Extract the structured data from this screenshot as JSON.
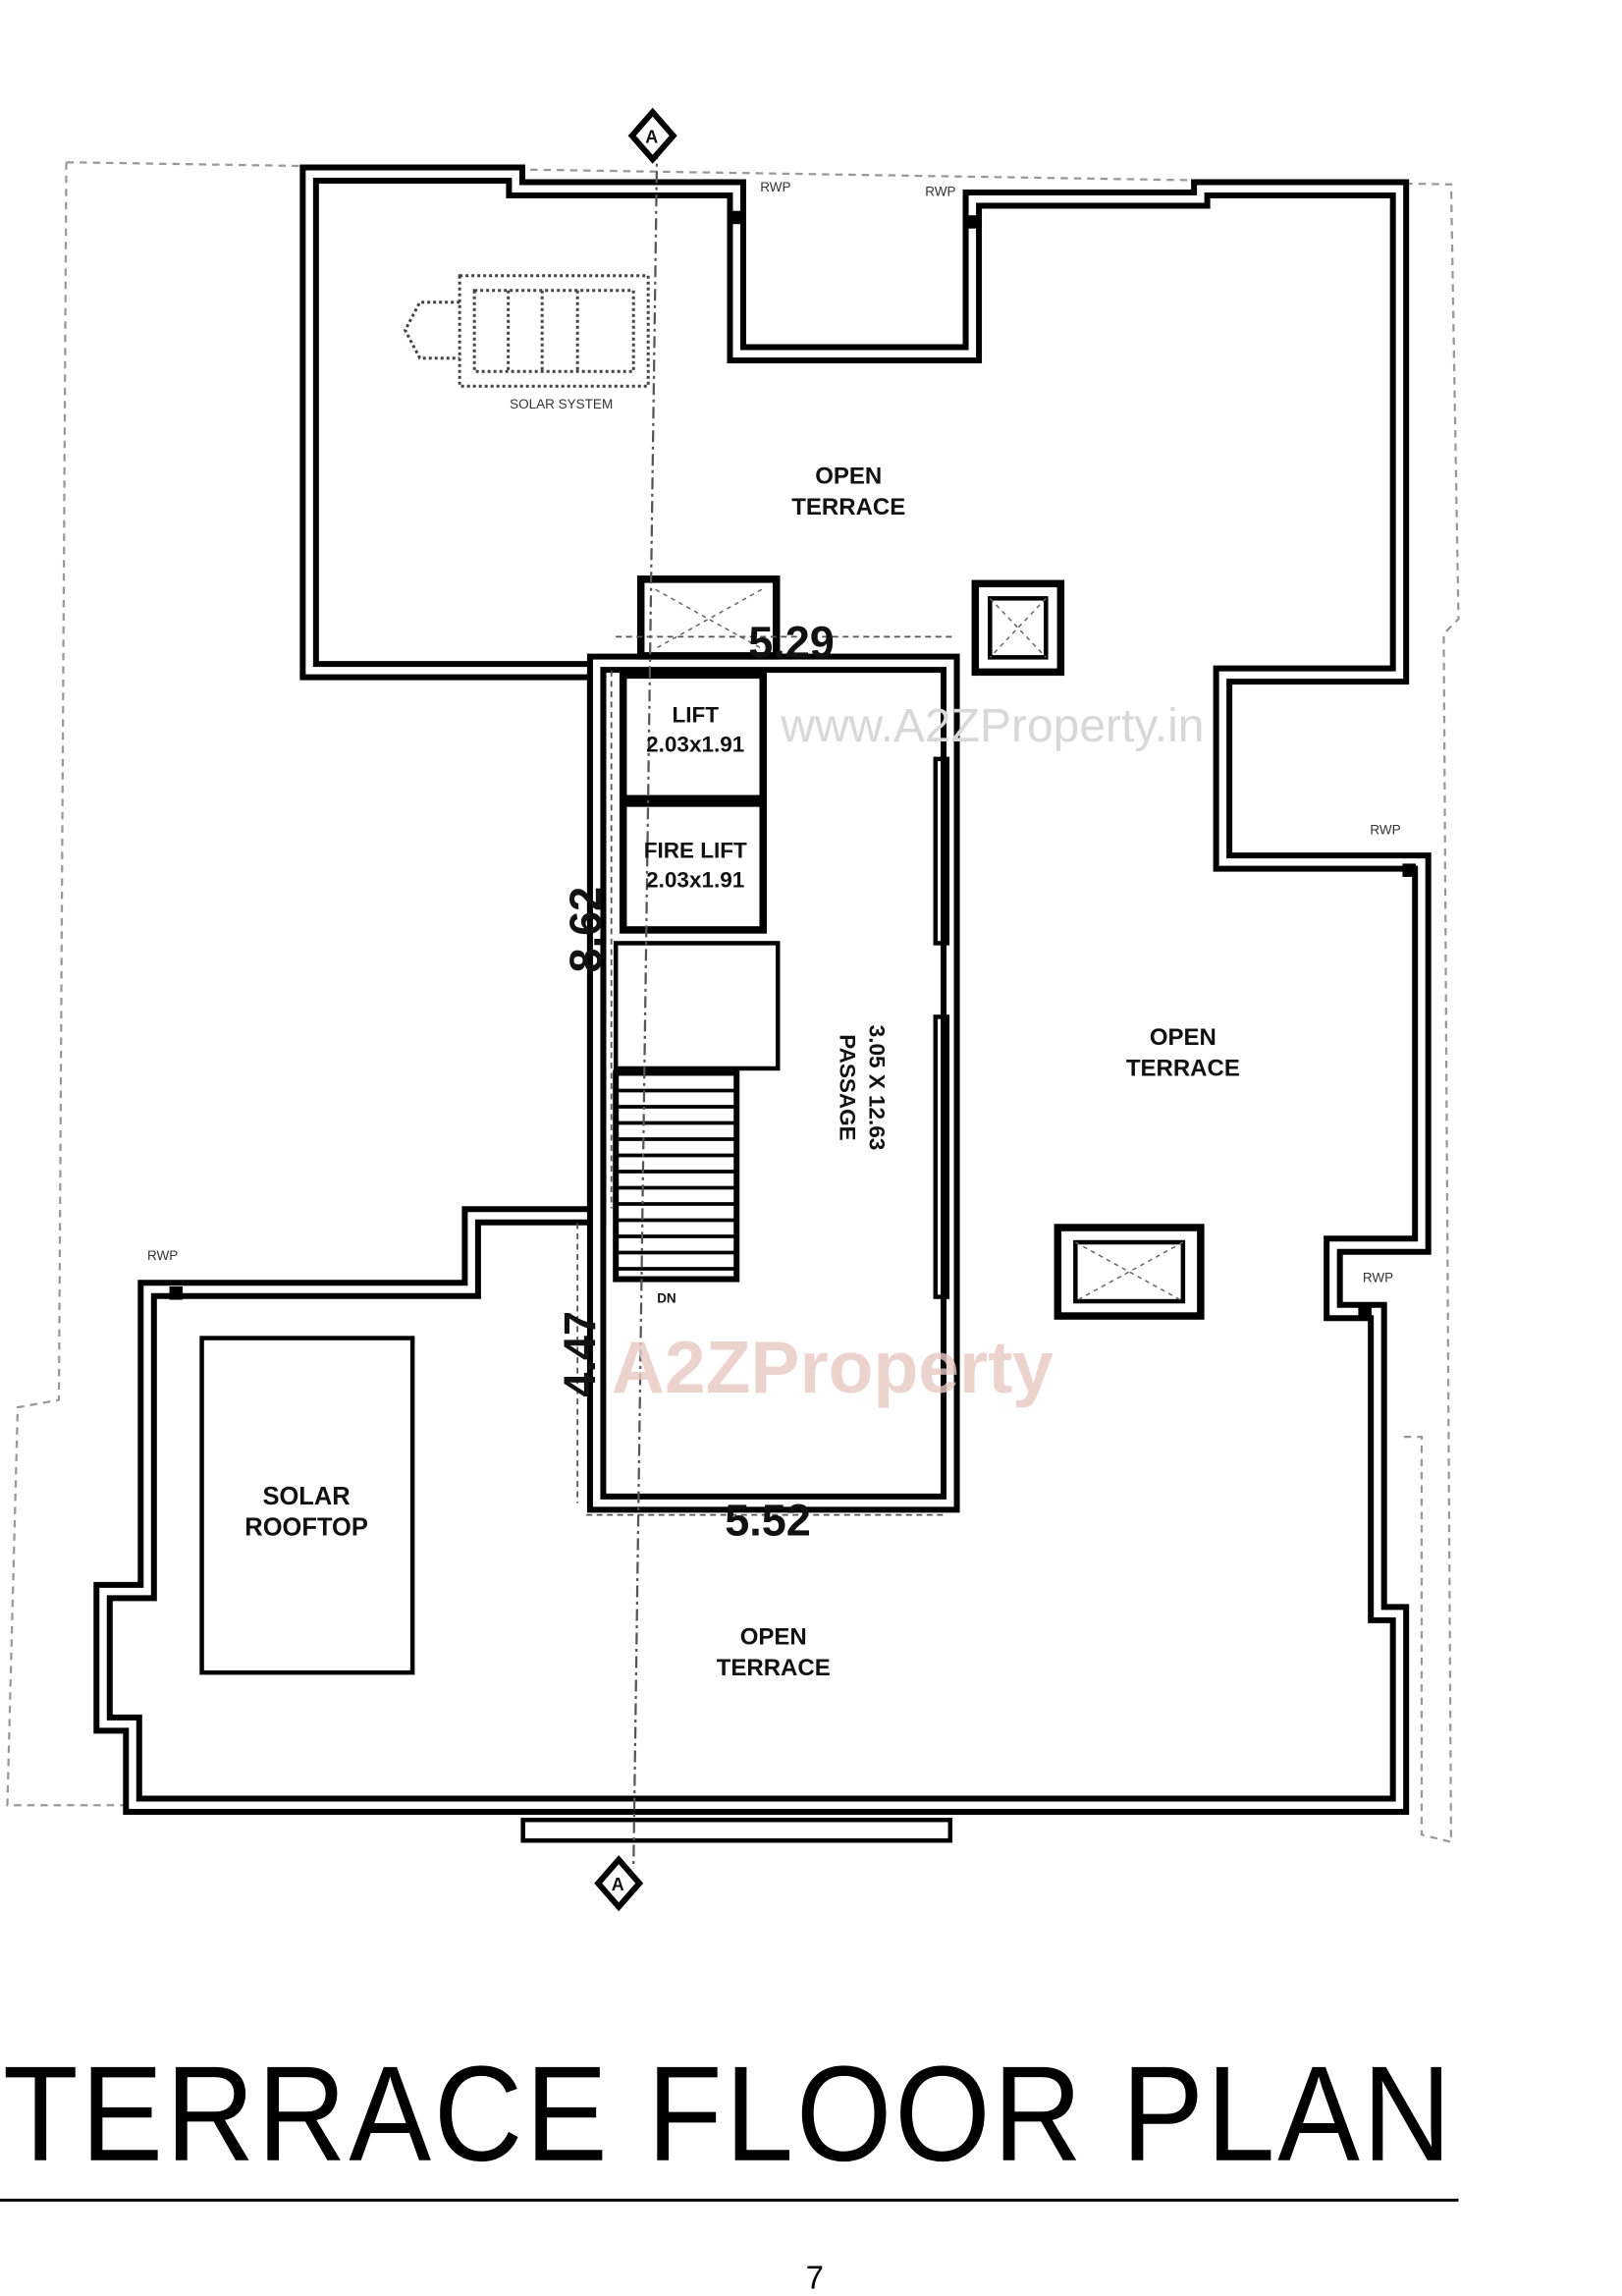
{
  "drawing": {
    "section_marker": "A",
    "rooms": {
      "solar_system": "SOLAR SYSTEM",
      "open_terrace_top": [
        "OPEN",
        "TERRACE"
      ],
      "open_terrace_right": [
        "OPEN",
        "TERRACE"
      ],
      "open_terrace_bottom": [
        "OPEN",
        "TERRACE"
      ],
      "lift": [
        "LIFT",
        "2.03x1.91"
      ],
      "fire_lift": [
        "FIRE LIFT",
        "2.03x1.91"
      ],
      "passage": [
        "PASSAGE",
        "3.05 X 12.63"
      ],
      "solar_rooftop": [
        "SOLAR",
        "ROOFTOP"
      ],
      "stair_direction": "DN",
      "rain_water_pipe": "RWP"
    },
    "dimensions": {
      "top": "5.29",
      "left_upper": "8.62",
      "left_lower": "4.47",
      "bottom": "5.52"
    },
    "watermarks": {
      "url": "www.A2ZProperty.in",
      "logo": "A2ZProperty"
    }
  },
  "title": "TERRACE FLOOR PLAN",
  "page_number": "7"
}
